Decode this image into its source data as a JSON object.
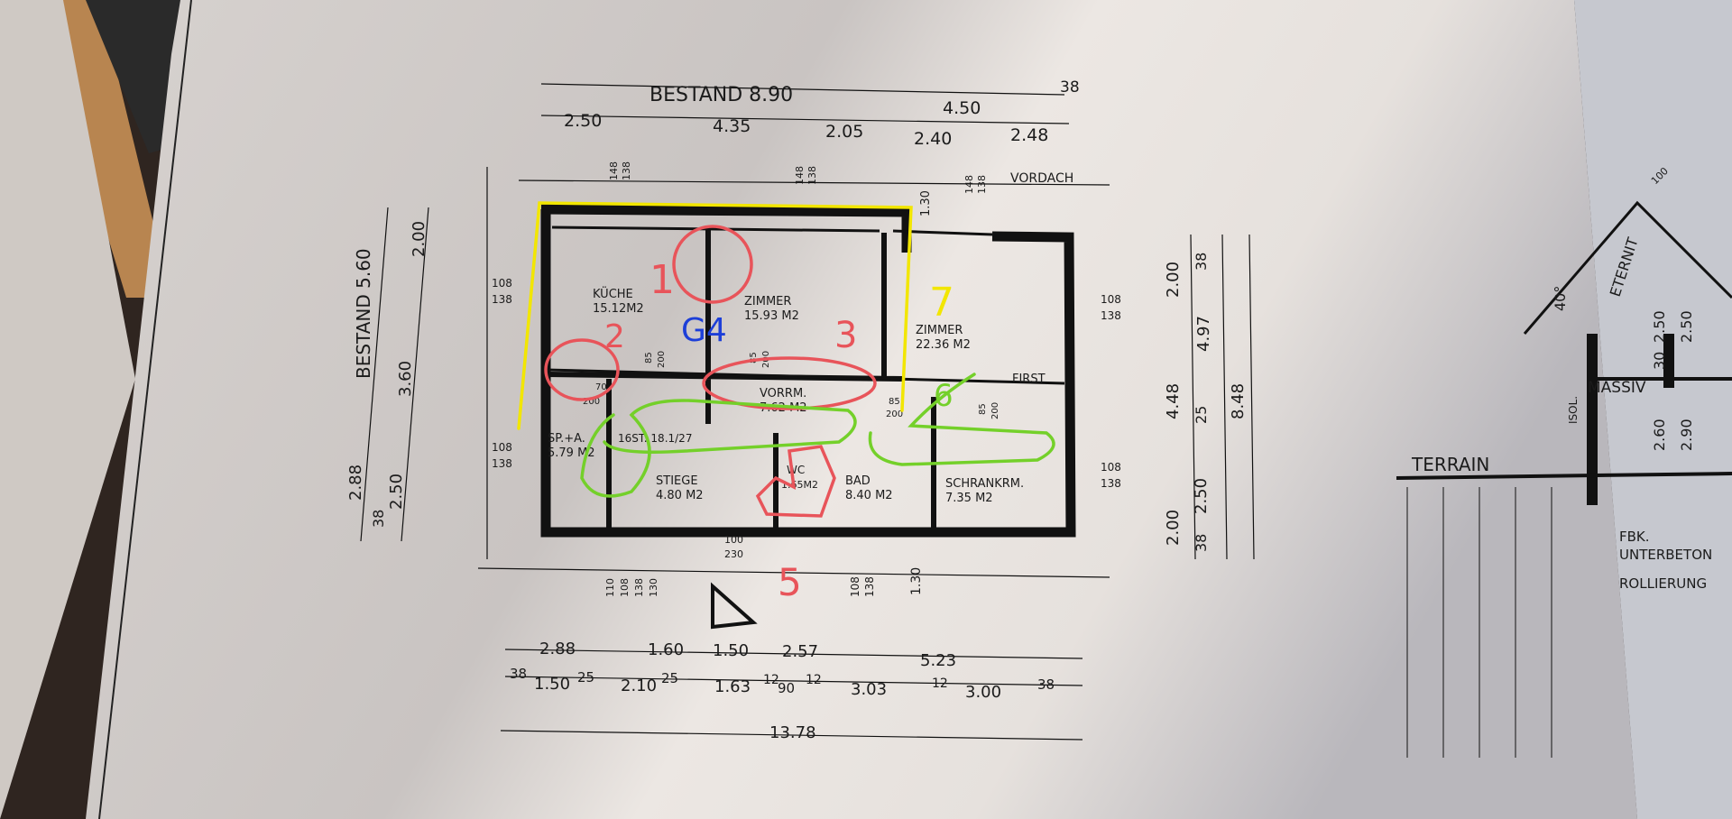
{
  "plan": {
    "top_dims": {
      "total": "BESTAND 8.90",
      "a": "2.50",
      "b": "4.35",
      "c": "2.05",
      "d": "4.50",
      "e": "38",
      "f": "2.40",
      "g": "2.48",
      "vordach": "VORDACH",
      "w1a": "148",
      "w1b": "138",
      "w2a": "148",
      "w2b": "138",
      "w3a": "148",
      "w3b": "138",
      "h130": "1.30"
    },
    "left_dims": {
      "total": "BESTAND 5.60",
      "a": "2.00",
      "b": "3.60",
      "c": "2.88",
      "d": "38",
      "e": "2.50",
      "s1a": "108",
      "s1b": "138",
      "s2a": "108",
      "s2b": "138"
    },
    "rooms": {
      "kueche": {
        "name": "KÜCHE",
        "area": "15.12M2"
      },
      "zimmer1": {
        "name": "ZIMMER",
        "area": "15.93 M2"
      },
      "zimmer2": {
        "name": "ZIMMER",
        "area": "22.36 M2"
      },
      "vorraum": {
        "name": "VORRM.",
        "area": "7.62 M2"
      },
      "speis": {
        "name": "SP.+A.",
        "area": "5.79 M2"
      },
      "stairs_note": "16ST. 18.1/27",
      "stiege": {
        "name": "STIEGE",
        "area": "4.80 M2"
      },
      "wc": {
        "name": "WC",
        "area": "1.65M2"
      },
      "bad": {
        "name": "BAD",
        "area": "8.40 M2"
      },
      "schrank": {
        "name": "SCHRANKRM.",
        "area": "7.35 M2"
      },
      "first": "FIRST"
    },
    "door_dims": {
      "d1a": "85",
      "d1b": "200",
      "d2a": "85",
      "d2b": "200",
      "d3a": "70",
      "d3b": "200",
      "d4a": "85",
      "d4b": "200",
      "d5a": "85",
      "d5b": "200",
      "entry_a": "100",
      "entry_b": "230",
      "r1a": "108",
      "r1b": "138",
      "r2a": "108",
      "r2b": "138"
    },
    "bottom_dims": {
      "row1": [
        "2.88",
        "1.60",
        "1.50",
        "2.57",
        "5.23"
      ],
      "row2": [
        "38",
        "1.50",
        "25",
        "2.10",
        "25",
        "1.63",
        "12",
        "90",
        "12",
        "3.03",
        "12",
        "3.00",
        "38"
      ],
      "total": "13.78",
      "small": [
        "110",
        "108",
        "138",
        "130"
      ],
      "b1a": "108",
      "b1b": "138",
      "b130": "1.30"
    },
    "right_dims": {
      "a": "2.00",
      "b": "38",
      "c": "4.97",
      "d": "4.48",
      "e": "25",
      "f": "8.48",
      "g": "2.50",
      "h": "2.00",
      "i": "38"
    },
    "section": {
      "terrain": "TERRAIN",
      "isol": "ISOL.",
      "massiv": "MASSIV",
      "eternit": "ETERNIT",
      "angle": "40°",
      "top": "100",
      "d1": "2.50",
      "d2": "30",
      "d3": "2.50",
      "d4": "2.60",
      "d5": "2.90",
      "fbk": "FBK.",
      "unterbeton": "UNTERBETON",
      "rollierung": "ROLLIERUNG"
    }
  },
  "annotations": {
    "n1": "1",
    "n2": "2",
    "n3": "3",
    "g4": "G4",
    "n5": "5",
    "n6": "6",
    "n7": "7"
  },
  "colors": {
    "yellow": "#f2e600",
    "red": "#e8545a",
    "green": "#74d02a",
    "blue": "#1d3fd8",
    "paper": "#e9e5e1"
  }
}
